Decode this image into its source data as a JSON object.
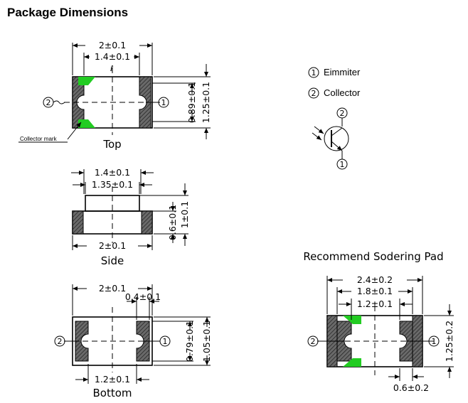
{
  "title": "Package Dimensions",
  "legend": {
    "pin1_num": "1",
    "pin1_label": "Eimmiter",
    "pin2_num": "2",
    "pin2_label": "Collector"
  },
  "views": {
    "top": {
      "label": "Top",
      "dim_width": "2±0.1",
      "dim_inner": "1.4±0.1",
      "dim_h1": "0.89±0.1",
      "dim_h2": "1.25±0.1",
      "collector_mark": "Collector  mark",
      "center_mark": "ℓ"
    },
    "side": {
      "label": "Side",
      "dim_top1": "1.4±0.1",
      "dim_top2": "1.35±0.1",
      "dim_width": "2±0.1",
      "dim_h1": "0.6±0.1",
      "dim_h2": "1±0.1"
    },
    "bottom": {
      "label": "Bottom",
      "dim_width": "2±0.1",
      "dim_pad": "0.4±0.1",
      "dim_inner": "1.2±0.1",
      "dim_h1": "0.79±0.1",
      "dim_h2": "1.05±0.1"
    },
    "pad": {
      "label": "Recommend Sodering Pad",
      "dim_w1": "2.4±0.2",
      "dim_w2": "1.8±0.1",
      "dim_w3": "1.2±0.1",
      "dim_h": "1.25±0.2",
      "dim_pad": "0.6±0.2"
    }
  },
  "symbol": {
    "pin_top": "2",
    "pin_bottom": "1"
  },
  "pins": {
    "one": "1",
    "two": "2"
  }
}
